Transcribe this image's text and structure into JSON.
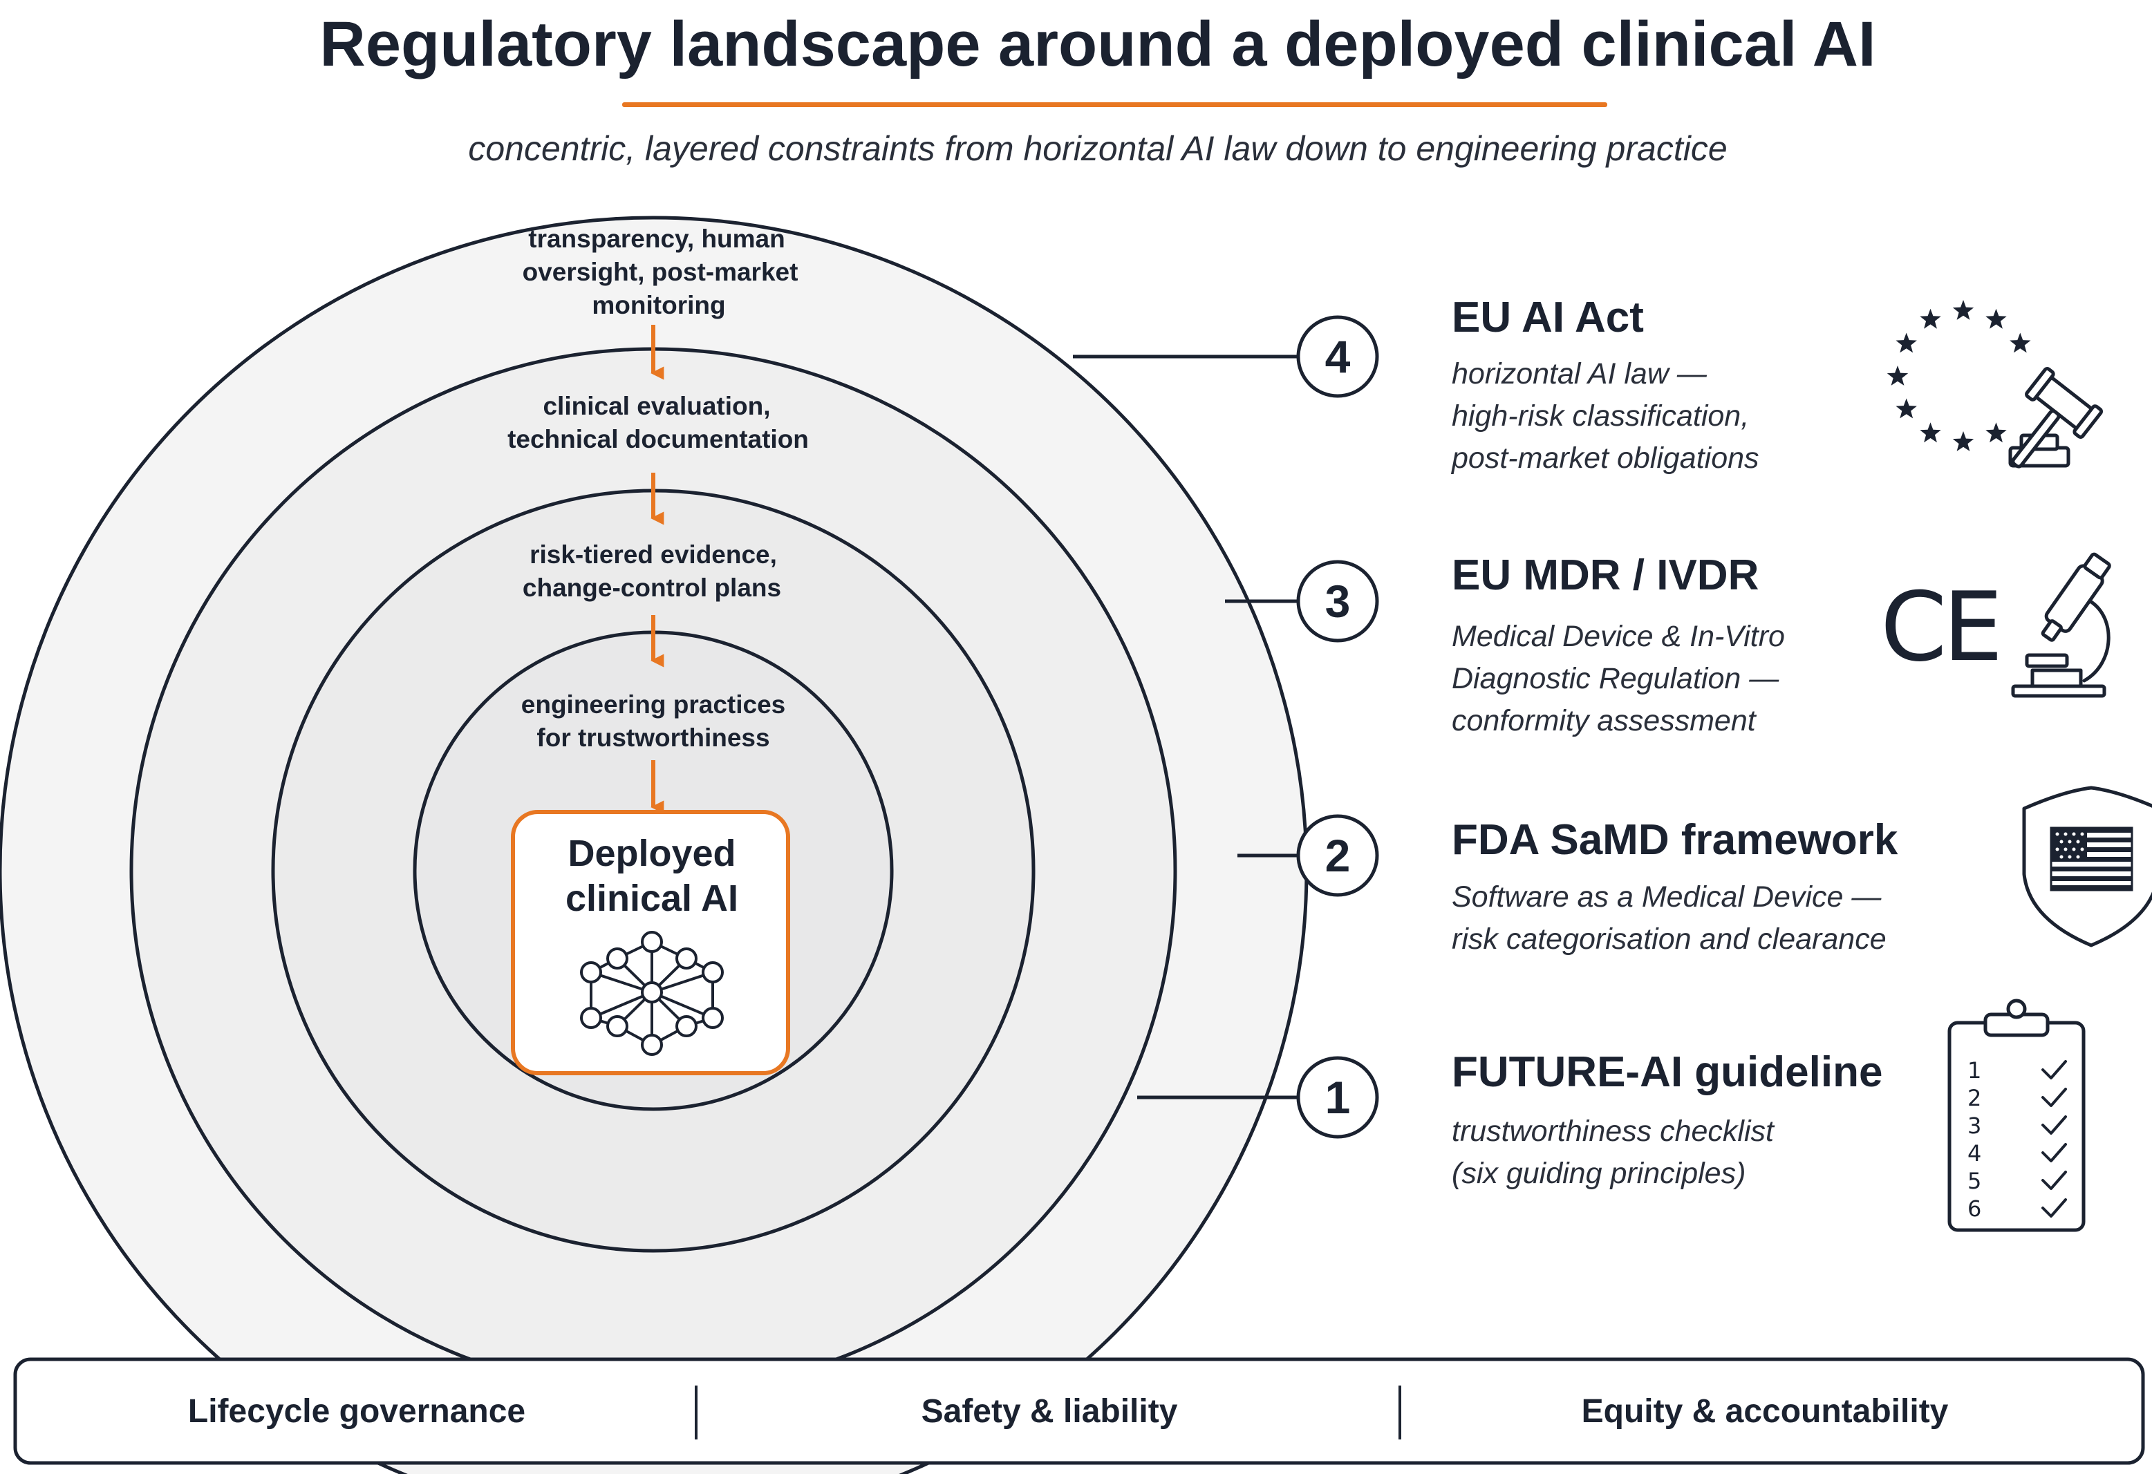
{
  "title": "Regulatory landscape around a deployed clinical AI",
  "subtitle": "concentric, layered constraints from horizontal AI law down to engineering practice",
  "colors": {
    "accent": "#e87722",
    "ink": "#1b2230",
    "ring_fill_outer": "#f3f3f3",
    "ring_fill_inner": "#e9e9ea"
  },
  "rings": [
    {
      "level": "4",
      "label_lines": [
        "transparency, human",
        "oversight, post-market",
        "monitoring"
      ]
    },
    {
      "level": "3",
      "label_lines": [
        "clinical evaluation,",
        "technical documentation"
      ]
    },
    {
      "level": "2",
      "label_lines": [
        "risk-tiered evidence,",
        "change-control plans"
      ]
    },
    {
      "level": "1",
      "label_lines": [
        "engineering practices",
        "for trustworthiness"
      ]
    }
  ],
  "core": {
    "label_lines": [
      "Deployed",
      "clinical AI"
    ],
    "icon": "neural-network-icon"
  },
  "regulations": [
    {
      "number": "4",
      "name": "EU AI Act",
      "desc_lines": [
        "horizontal AI law —",
        "high-risk classification,",
        "post-market obligations"
      ],
      "icon": "eu-stars-gavel-icon"
    },
    {
      "number": "3",
      "name": "EU MDR / IVDR",
      "desc_lines": [
        "Medical Device & In-Vitro",
        "Diagnostic Regulation —",
        "conformity assessment"
      ],
      "icon": "ce-microscope-icon",
      "icon_text": "CE"
    },
    {
      "number": "2",
      "name": "FDA SaMD framework",
      "desc_lines": [
        "Software as a Medical Device —",
        "risk categorisation and clearance"
      ],
      "icon": "us-flag-shield-icon"
    },
    {
      "number": "1",
      "name": "FUTURE-AI guideline",
      "desc_lines": [
        "trustworthiness checklist",
        "(six guiding principles)"
      ],
      "icon": "clipboard-checklist-icon",
      "checklist": [
        "1",
        "2",
        "3",
        "4",
        "5",
        "6"
      ]
    }
  ],
  "footer": [
    "Lifecycle governance",
    "Safety & liability",
    "Equity & accountability"
  ]
}
